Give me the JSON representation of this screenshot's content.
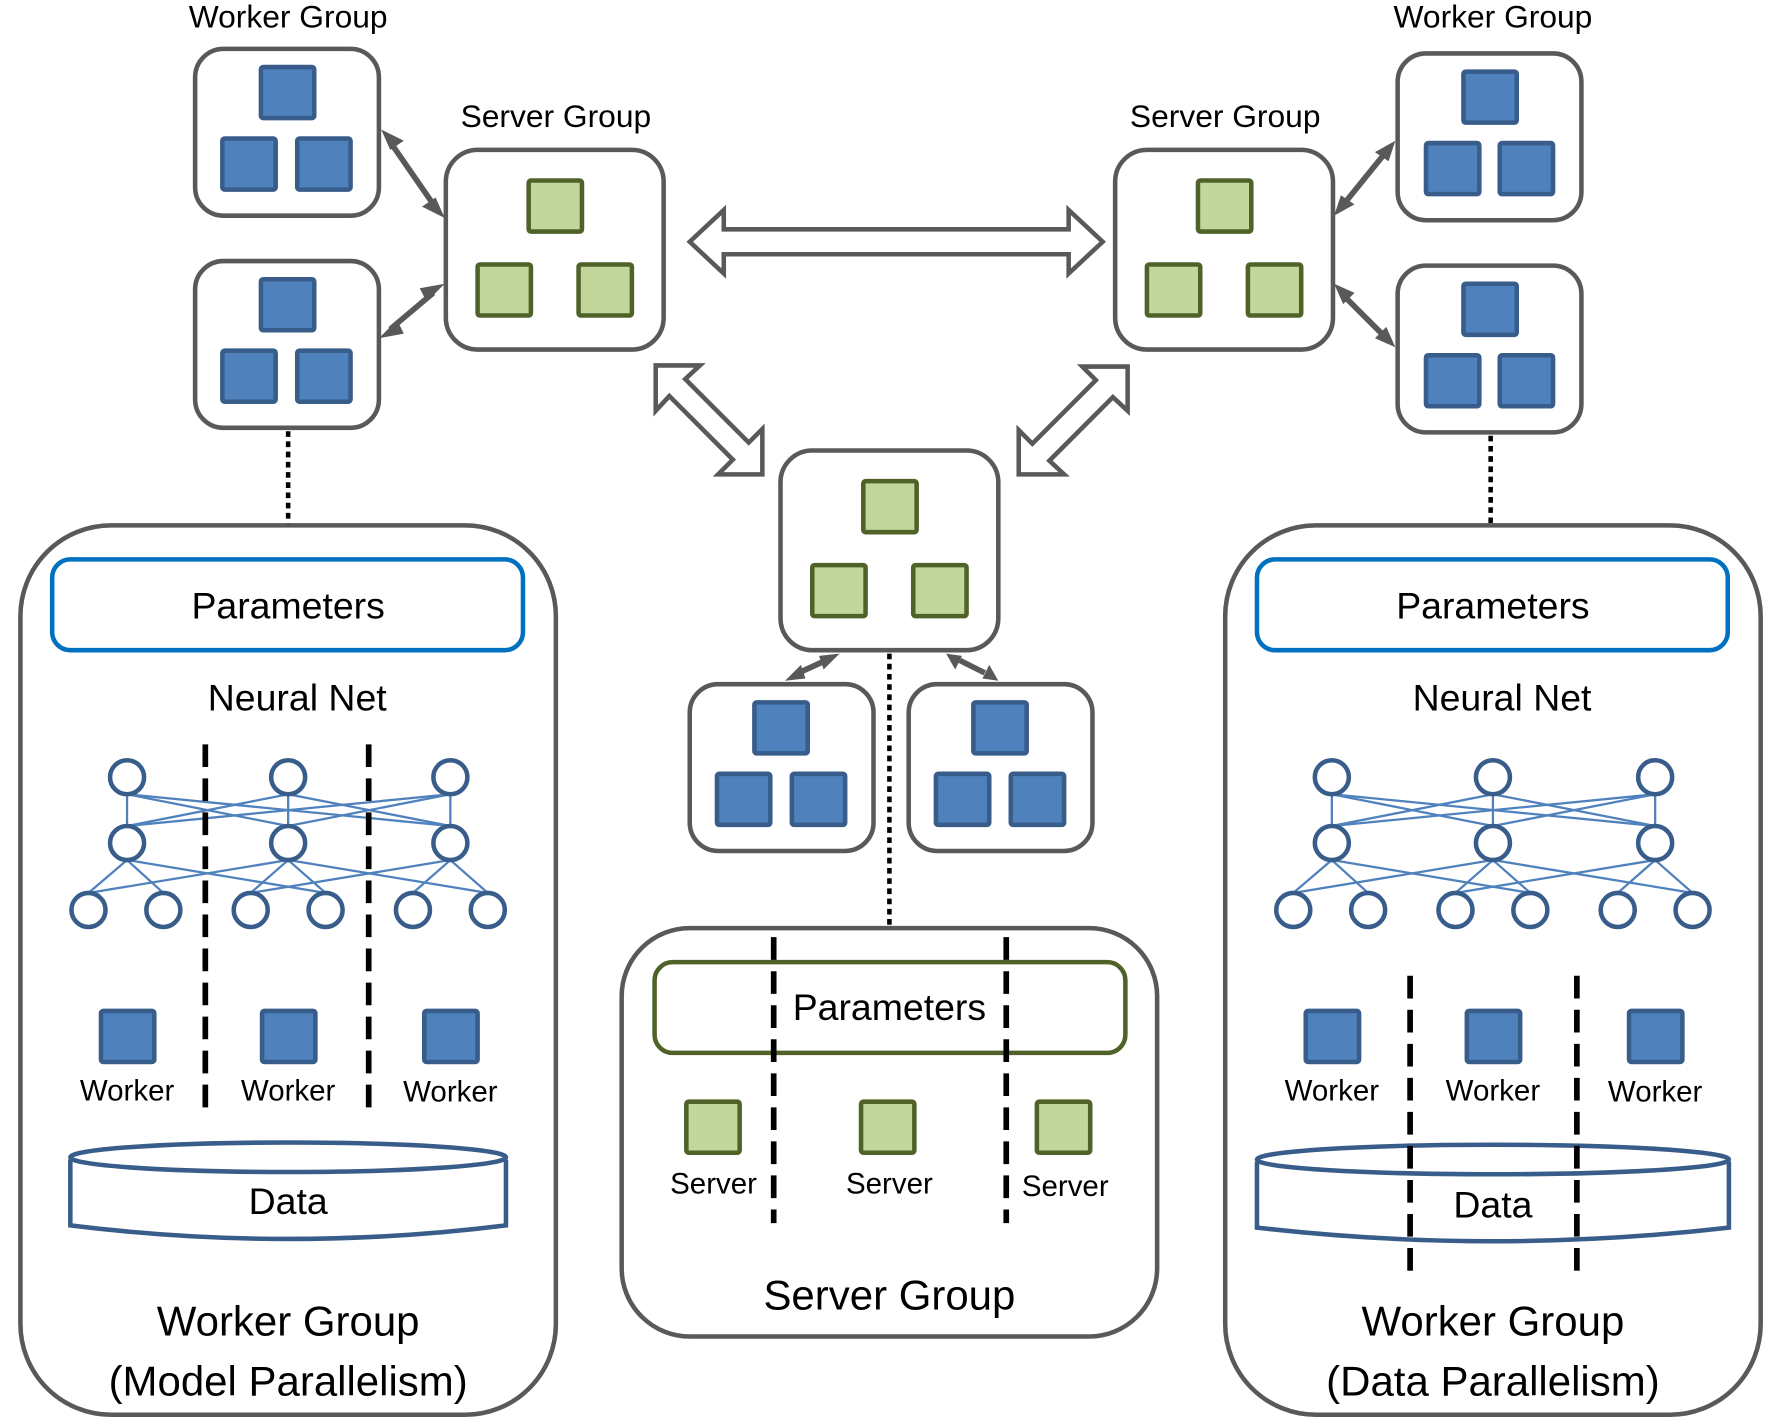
{
  "labels": {
    "top_left_worker_group": "Worker Group",
    "top_left_server_group": "Server Group",
    "top_right_worker_group": "Worker Group",
    "top_right_server_group": "Server Group"
  },
  "left_panel": {
    "parameters": "Parameters",
    "neural_net": "Neural Net",
    "workers": [
      "Worker",
      "Worker",
      "Worker"
    ],
    "data": "Data",
    "title_line1": "Worker Group",
    "title_line2": "(Model Parallelism)"
  },
  "center_panel": {
    "parameters": "Parameters",
    "servers": [
      "Server",
      "Server",
      "Server"
    ],
    "title": "Server Group"
  },
  "right_panel": {
    "parameters": "Parameters",
    "neural_net": "Neural Net",
    "workers": [
      "Worker",
      "Worker",
      "Worker"
    ],
    "data": "Data",
    "title_line1": "Worker Group",
    "title_line2": "(Data Parallelism)"
  },
  "colors": {
    "worker_fill": "#4f81bd",
    "worker_stroke": "#385d8a",
    "server_fill": "#c3d69b",
    "server_stroke": "#4f6228",
    "box_stroke": "#595959",
    "param_blue": "#0070c0",
    "param_green": "#4f6228"
  }
}
